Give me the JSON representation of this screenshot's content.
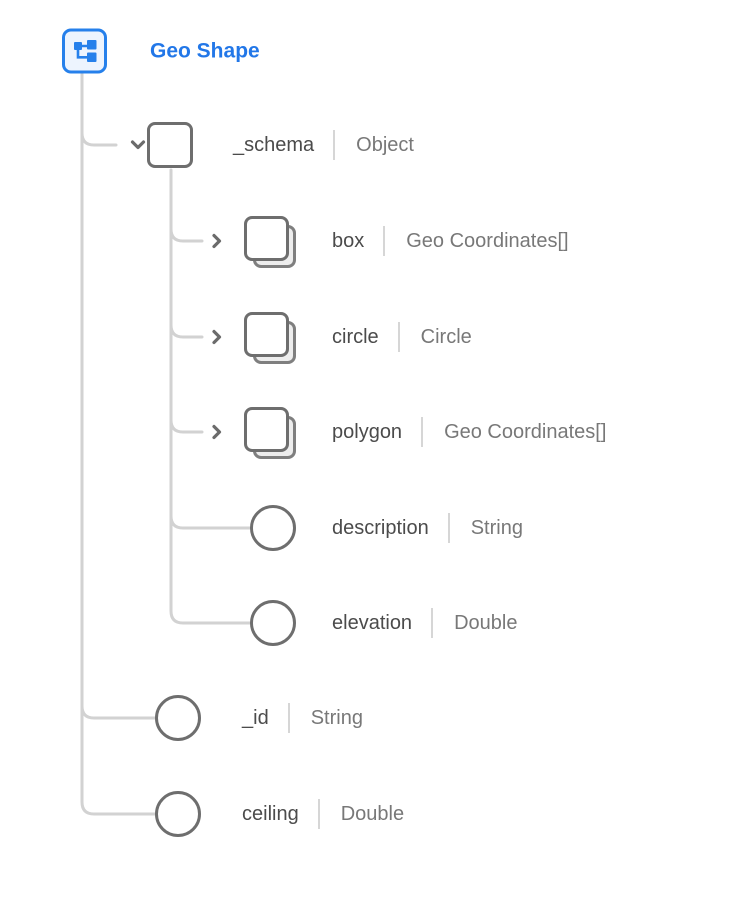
{
  "colors": {
    "accent_blue": "#2680eb",
    "root_icon_fill": "#edf4fe",
    "icon_border_gray": "#6e6e6e",
    "connector_gray": "#d2d2d2",
    "name_text": "#4b4b4b",
    "type_text": "#787878"
  },
  "tree": {
    "root": {
      "label": "Geo Shape",
      "icon": "schema-icon"
    },
    "nodes": [
      {
        "name": "_schema",
        "type": "Object",
        "icon": "object-icon",
        "level": 1,
        "chevron": "down"
      },
      {
        "name": "box",
        "type": "Geo Coordinates[]",
        "icon": "object-array-icon",
        "level": 2,
        "chevron": "right"
      },
      {
        "name": "circle",
        "type": "Circle",
        "icon": "object-array-icon",
        "level": 2,
        "chevron": "right"
      },
      {
        "name": "polygon",
        "type": "Geo Coordinates[]",
        "icon": "object-array-icon",
        "level": 2,
        "chevron": "right"
      },
      {
        "name": "description",
        "type": "String",
        "icon": "field-icon",
        "level": 2,
        "chevron": "none"
      },
      {
        "name": "elevation",
        "type": "Double",
        "icon": "field-icon",
        "level": 2,
        "chevron": "none"
      },
      {
        "name": "_id",
        "type": "String",
        "icon": "field-icon",
        "level": 1,
        "chevron": "none"
      },
      {
        "name": "ceiling",
        "type": "Double",
        "icon": "field-icon",
        "level": 1,
        "chevron": "none"
      }
    ]
  }
}
